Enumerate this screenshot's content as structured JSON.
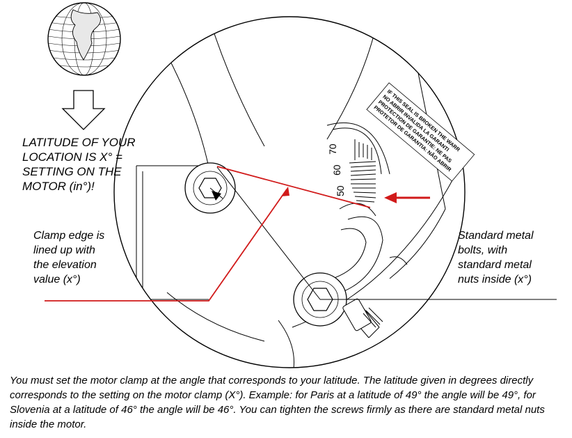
{
  "labels": {
    "latitude": "LATITUDE OF YOUR\nLOCATION IS X° =\nSETTING ON THE\nMOTOR (in°)!",
    "clamp_edge": "Clamp edge is\nlined up with\nthe elevation\nvalue (x°)",
    "bolts": "Standard metal\nbolts, with\nstandard metal\nnuts inside (x°)"
  },
  "scale": {
    "tick_labels": [
      "50",
      "60",
      "70"
    ]
  },
  "seal_text": [
    "IF THIS SEAL IS BROKEN THE WARR",
    "NO ABRIR INVALIDA LA GARANTI",
    "PROTECTION DE GARANTIE: NE PAS",
    "PROTETOR DE GARANTIA: NÃO ABRIR"
  ],
  "caption": "You must set the motor clamp at the angle that corresponds to your latitude. The latitude given in degrees directly corresponds to the setting on the motor clamp (X°). Example: for Paris at a latitude of 49° the angle will be 49°, for Slovenia at a latitude of 46° the angle will be 46°. You can tighten the screws firmly as there are standard metal nuts inside the motor.",
  "colors": {
    "accent": "#d11a1a",
    "line": "#000000"
  },
  "icons": [
    "globe-icon",
    "down-arrow-icon"
  ]
}
